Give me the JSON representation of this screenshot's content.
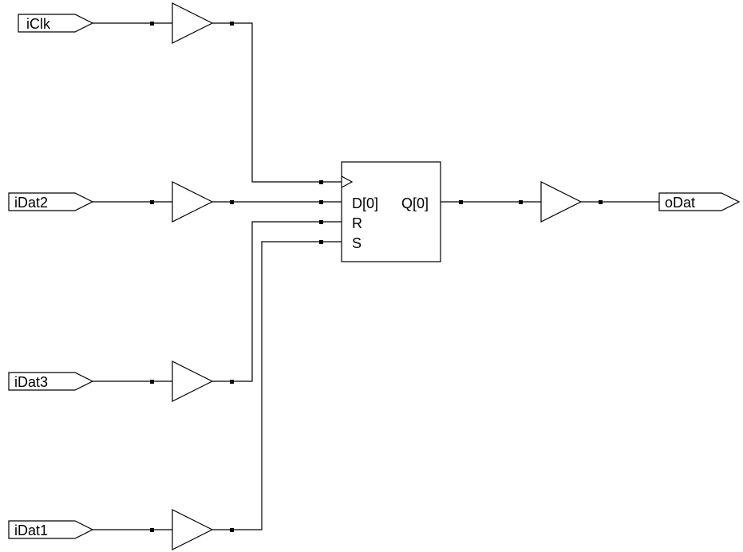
{
  "schematic": {
    "inputs": {
      "clk": "iClk",
      "dat2": "iDat2",
      "dat3": "iDat3",
      "dat1": "iDat1"
    },
    "output": "oDat",
    "flipflop": {
      "d_pin": "D[0]",
      "q_pin": "Q[0]",
      "r_pin": "R",
      "s_pin": "S"
    }
  }
}
